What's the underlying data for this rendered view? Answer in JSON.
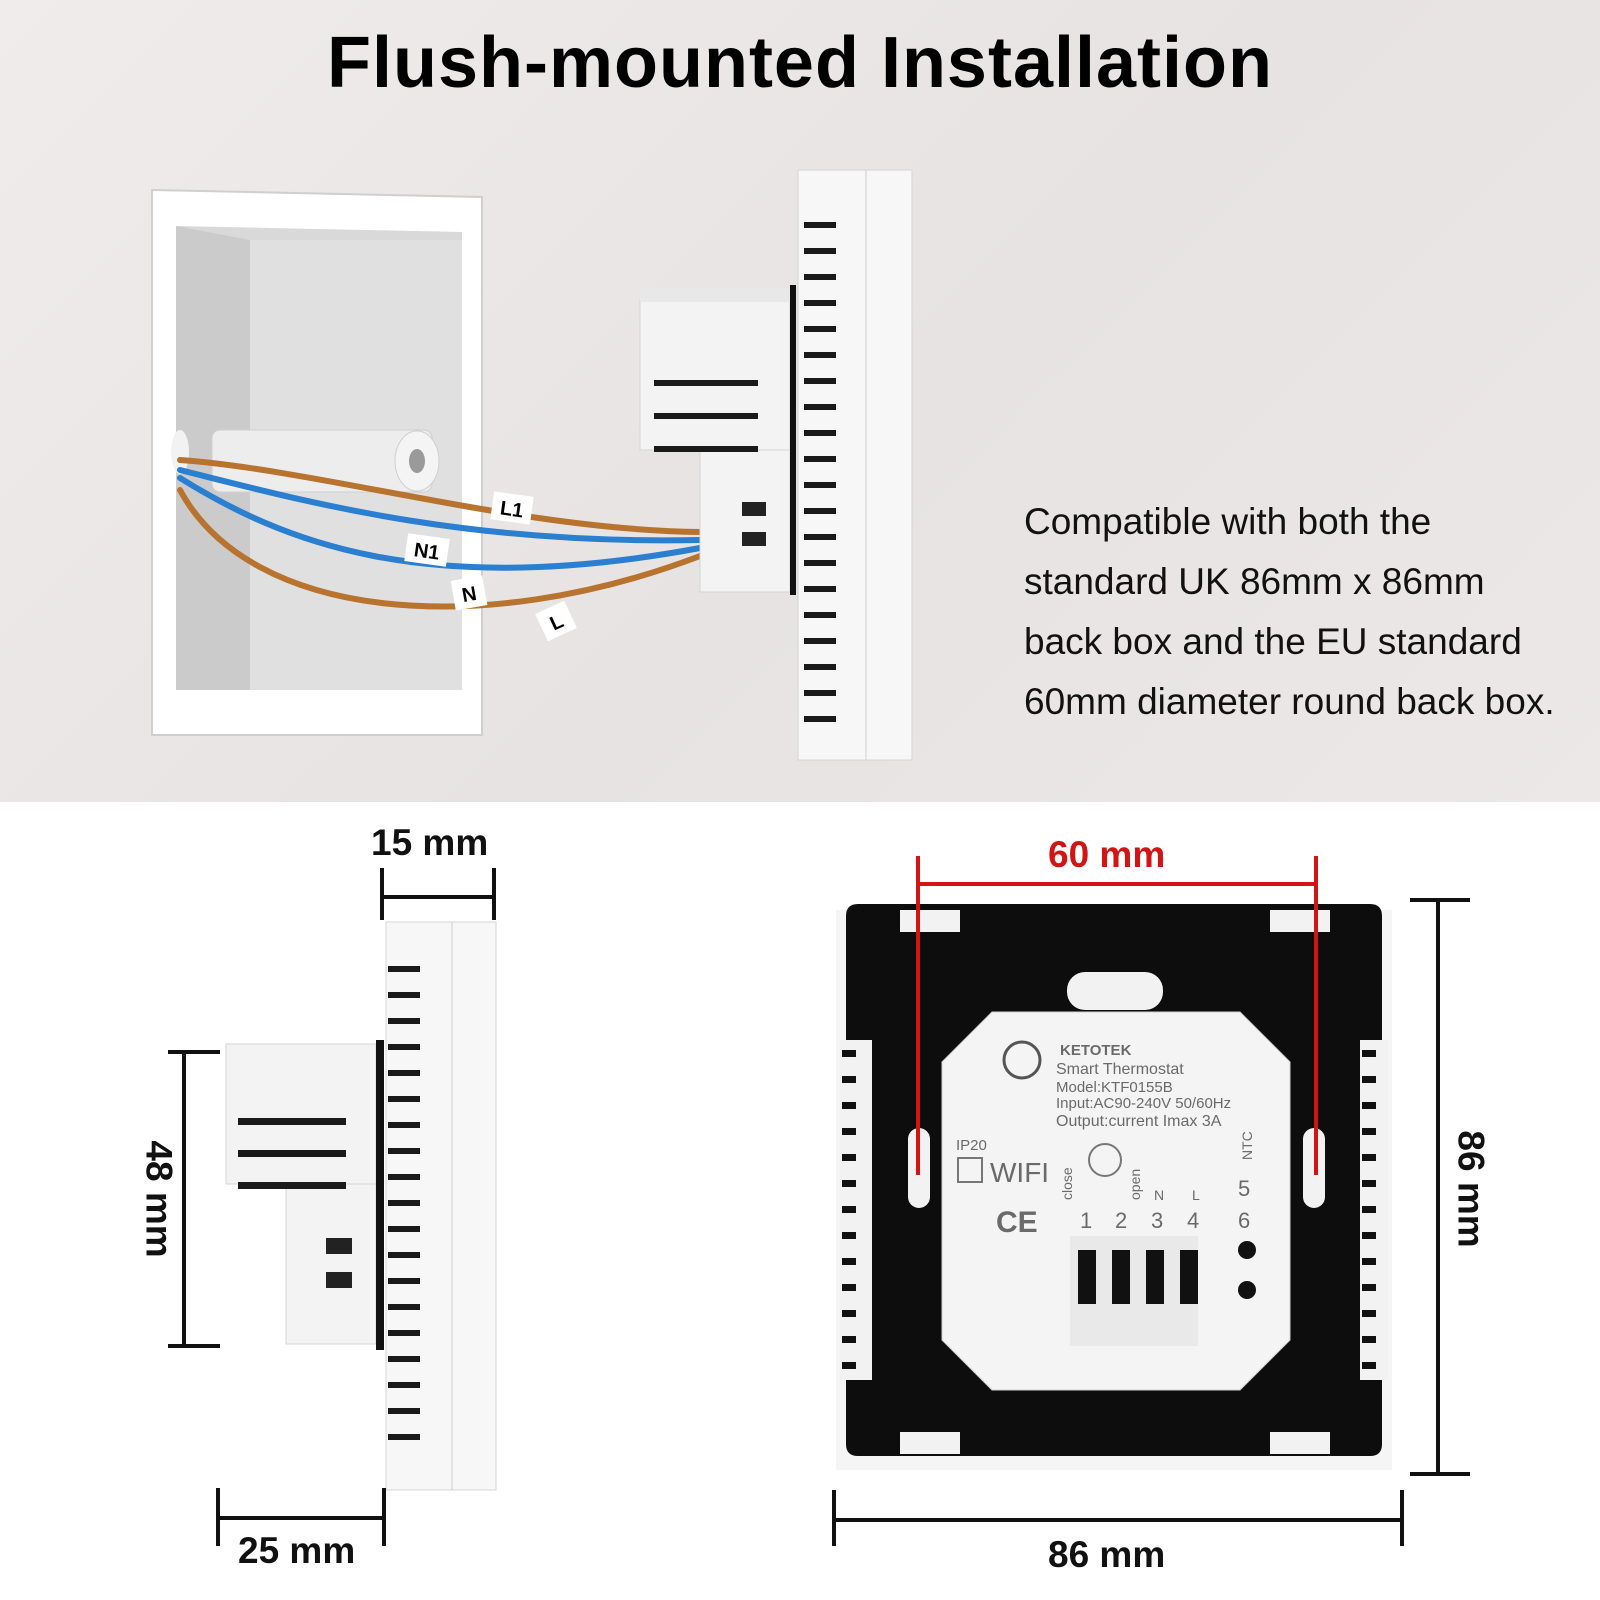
{
  "title": "Flush-mounted Installation",
  "description": "Compatible with both the standard UK 86mm x 86mm back box and the EU standard 60mm diameter round back box.",
  "wire_labels": [
    "L1",
    "N1",
    "N",
    "L"
  ],
  "dimensions": {
    "side_depth_front": "15 mm",
    "side_height_module": "48 mm",
    "side_depth_module": "25 mm",
    "back_hole_spacing": "60 mm",
    "back_height": "86 mm",
    "back_width": "86 mm"
  },
  "device_label": {
    "brand": "KETOTEK",
    "name": "Smart Thermostat",
    "model": "Model:KTF0155B",
    "input": "Input:AC90-240V 50/60Hz",
    "output": "Output:current Imax 3A",
    "ip": "IP20",
    "wifi": "WIFI",
    "ce": "CE",
    "terminals": [
      "1",
      "2",
      "3",
      "4",
      "5",
      "6"
    ],
    "terminal_tags": [
      "close",
      "open",
      "N",
      "L",
      "NTC"
    ]
  },
  "colors": {
    "dimension_red": "#d21414",
    "wire_brown": "#b8732f",
    "wire_blue": "#2a7fd0"
  }
}
